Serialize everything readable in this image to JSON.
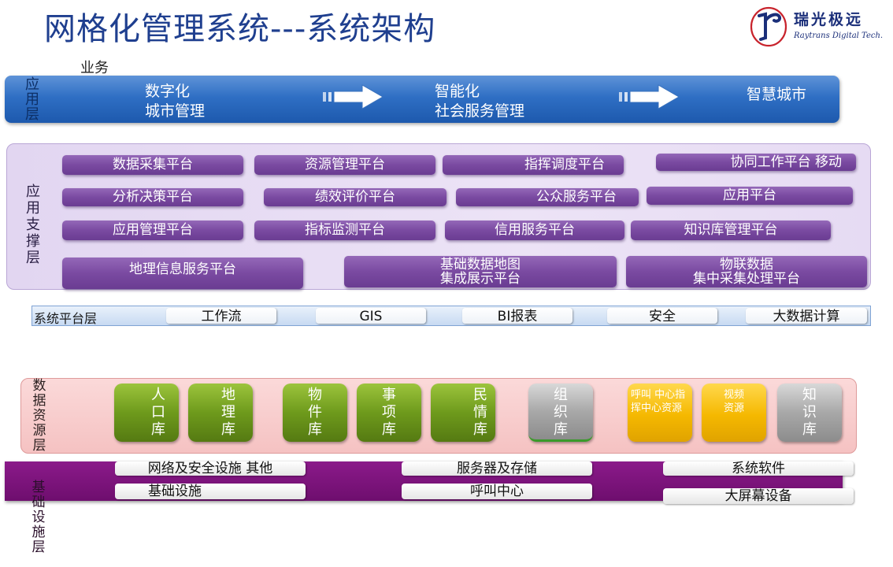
{
  "title": "网格化管理系统---系统架构",
  "logo": {
    "name_cn": "瑞光极远",
    "name_en": "Raytrans Digital Tech."
  },
  "business_label": "业务",
  "application_layer": {
    "label": "应用层",
    "stages": [
      {
        "line1": "数字化",
        "line2": "城市管理"
      },
      {
        "line1": "智能化",
        "line2": "社会服务管理"
      },
      {
        "line1": "智慧城市",
        "line2": ""
      }
    ]
  },
  "support_layer": {
    "label": "应用支撑层",
    "platforms": [
      "数据采集平台",
      "资源管理平台",
      "指挥调度平台",
      "协同工作平台 移动",
      "分析决策平台",
      "绩效评价平台",
      "公众服务平台",
      "应用平台",
      "应用管理平台",
      "指标监测平台",
      "信用服务平台",
      "知识库管理平台",
      "地理信息服务平台"
    ],
    "two_line": [
      {
        "line1": "基础数据地图",
        "line2": "集成展示平台"
      },
      {
        "line1": "物联数据",
        "line2": "集中采集处理平台"
      }
    ]
  },
  "system_layer": {
    "label": "系统平台层",
    "items": [
      "工作流",
      "GIS",
      "BI报表",
      "安全",
      "大数据计算"
    ]
  },
  "data_layer": {
    "label": "数据资源层",
    "databases": [
      {
        "name": "人口库",
        "style": "green"
      },
      {
        "name": "地理库",
        "style": "green"
      },
      {
        "name": "物件库",
        "style": "green"
      },
      {
        "name": "事项库",
        "style": "green"
      },
      {
        "name": "民情库",
        "style": "green"
      },
      {
        "name": "组织库",
        "style": "gray"
      },
      {
        "name": "呼叫 中心指挥中心资源",
        "style": "yellow"
      },
      {
        "name": "视频资源",
        "style": "yellow"
      },
      {
        "name": "知识库",
        "style": "gray"
      }
    ]
  },
  "infrastructure_layer": {
    "label": "基础设施层",
    "items": [
      "网络及安全设施 其他",
      "服务器及存储",
      "系统软件",
      "基础设施",
      "呼叫中心",
      "大屏幕设备"
    ]
  },
  "colors": {
    "title": "#1f3f8f",
    "application": "#2f6fc4",
    "support_button": "#7a4aa1",
    "data_green": "#6e9a1c",
    "data_yellow": "#f5b800",
    "data_gray": "#a8a8a8",
    "infrastructure": "#7a127a"
  }
}
